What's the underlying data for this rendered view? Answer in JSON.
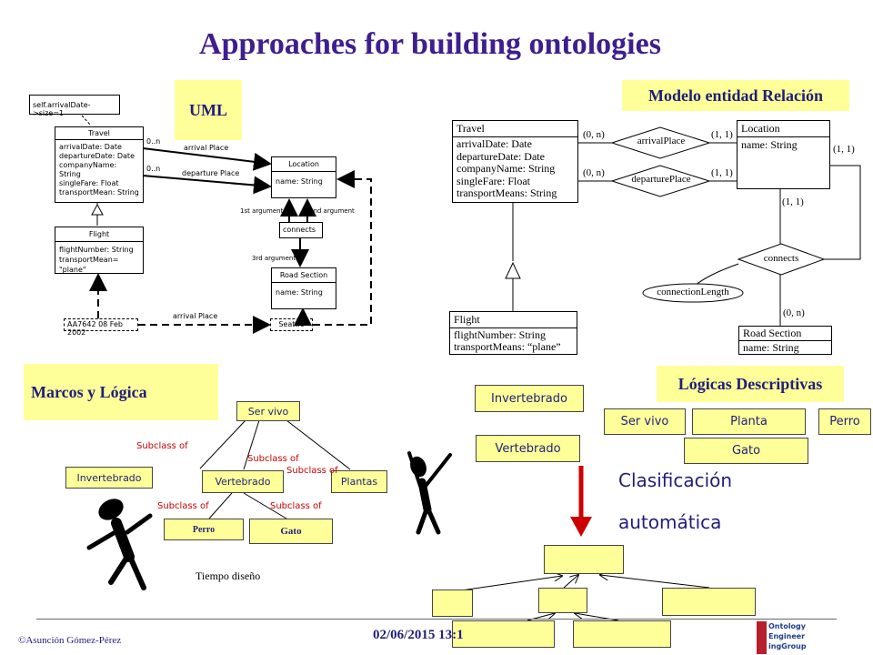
{
  "title": "Approaches for building ontologies",
  "labels": {
    "uml": "UML",
    "er": "Modelo entidad Relación",
    "frames": "Marcos y Lógica",
    "dl": "Lógicas Descriptivas"
  },
  "uml": {
    "constraint": "self.arrivalDate->size=1",
    "travel": {
      "name": "Travel",
      "attrs": [
        "arrivalDate: Date",
        "departureDate: Date",
        "companyName: String",
        "singleFare: Float",
        "transportMean: String"
      ]
    },
    "location": {
      "name": "Location",
      "attrs": [
        "name: String"
      ]
    },
    "flight": {
      "name": "Flight",
      "attrs": [
        "flightNumber: String",
        "transportMean= \"plane\""
      ]
    },
    "connects": "connects",
    "road_section": {
      "name": "Road Section",
      "attrs": [
        "name: String"
      ]
    },
    "instance_flight": "AA7642 08 Feb 2002",
    "instance_seattle": "Seattle",
    "edges": {
      "mult1": "0..n",
      "mult2": "0..n",
      "arrival": "arrival Place",
      "departure": "departure Place",
      "arg1": "1st argument",
      "arg2": "2nd argument",
      "arg3": "3rd argument",
      "arrival_inst": "arrival Place"
    }
  },
  "er": {
    "travel": {
      "name": "Travel",
      "attrs": [
        "arrivalDate: Date",
        "departureDate: Date",
        "companyName: String",
        "singleFare: Float",
        "transportMeans: String"
      ]
    },
    "location": {
      "name": "Location",
      "attrs": [
        "name: String"
      ]
    },
    "flight": {
      "name": "Flight",
      "attrs": [
        "flightNumber: String",
        "transportMeans: “plane”"
      ]
    },
    "road_section": {
      "name": "Road Section",
      "attrs": [
        "name: String"
      ]
    },
    "rel_arrival": "arrivalPlace",
    "rel_departure": "departurePlace",
    "rel_connects": "connects",
    "attr_connection": "connectionLength",
    "card": {
      "travel_arrival": "(0, n)",
      "loc_arrival": "(1, 1)",
      "travel_departure": "(0, n)",
      "loc_departure": "(1, 1)",
      "loc_right": "(1, 1)",
      "loc_down": "(1, 1)",
      "road": "(0, n)"
    }
  },
  "frames": {
    "nodes": {
      "ser_vivo": "Ser vivo",
      "invertebrado": "Invertebrado",
      "vertebrado": "Vertebrado",
      "plantas": "Plantas",
      "perro": "Perro",
      "gato": "Gato"
    },
    "subclass": "Subclass of",
    "design_time": "Tiempo diseño"
  },
  "dl": {
    "invertebrado": "Invertebrado",
    "vertebrado": "Vertebrado",
    "ser_vivo": "Ser vivo",
    "planta": "Planta",
    "perro": "Perro",
    "gato": "Gato",
    "clasif_line1": "Clasificación",
    "clasif_line2": "automática"
  },
  "footer": {
    "author": "©Asunción Gómez-Pérez",
    "date": "02/06/2015 13:1",
    "logo_lines": [
      "Ontology",
      "Engineer",
      "ingGroup"
    ]
  },
  "colors": {
    "title": "#3f1e8e",
    "label_bg": "#ffff99",
    "accent_red": "#cc0000"
  }
}
